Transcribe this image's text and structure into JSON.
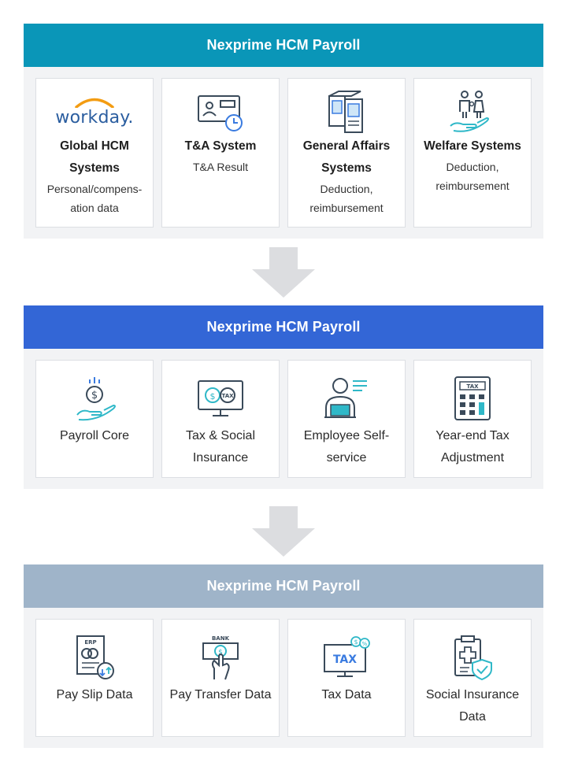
{
  "sections": [
    {
      "title": "Nexprime HCM Payroll",
      "color": "#0a96b8",
      "cards": [
        {
          "icon": "workday-logo",
          "logo_text": "workday.",
          "title": "Global HCM Systems",
          "sub": "Personal/compens-ation data"
        },
        {
          "icon": "id-card-clock-icon",
          "title": "T&A System",
          "sub": "T&A Result"
        },
        {
          "icon": "documents-icon",
          "title": "General Affairs Systems",
          "sub": "Deduction, reimbursement"
        },
        {
          "icon": "family-hand-icon",
          "title": "Welfare Systems",
          "sub": "Deduction, reimbursement"
        }
      ]
    },
    {
      "title": "Nexprime HCM Payroll",
      "color": "#3366d6",
      "cards": [
        {
          "icon": "coin-hand-icon",
          "label": "Payroll Core"
        },
        {
          "icon": "tax-monitor-icon",
          "label": "Tax & Social Insurance",
          "icon_text": "TAX"
        },
        {
          "icon": "employee-laptop-icon",
          "label": "Employee Self-service"
        },
        {
          "icon": "tax-calculator-icon",
          "label": "Year-end Tax Adjustment",
          "icon_text": "TAX"
        }
      ]
    },
    {
      "title": "Nexprime HCM Payroll",
      "color": "#9fb4c9",
      "cards": [
        {
          "icon": "erp-slip-icon",
          "label": "Pay Slip Data",
          "icon_text": "ERP"
        },
        {
          "icon": "bank-transfer-icon",
          "label": "Pay Transfer Data",
          "icon_text": "BANK"
        },
        {
          "icon": "tax-screen-icon",
          "label": "Tax Data",
          "icon_text": "TAX"
        },
        {
          "icon": "insurance-shield-icon",
          "label": "Social Insurance Data"
        }
      ]
    }
  ]
}
